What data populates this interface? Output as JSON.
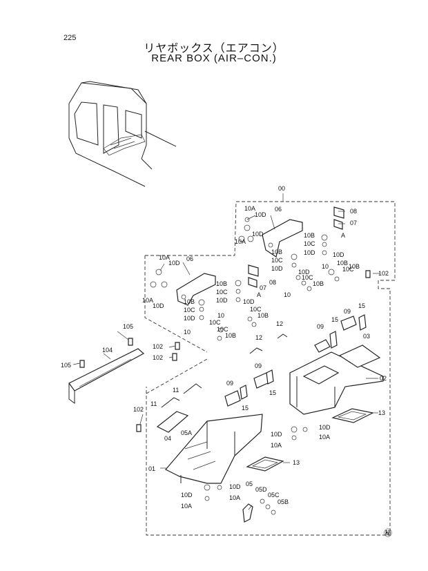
{
  "page_number": "225",
  "title_jp": "リヤボックス（エアコン）",
  "title_en": "REAR BOX (AIR–CON.)",
  "footer_mark": "㊙",
  "callouts": {
    "c00": "00",
    "c08_a": "08",
    "c07_a": "07",
    "cA_a": "A",
    "c06_a": "06",
    "c10A_a": "10A",
    "c10D_a": "10D",
    "c10D_b": "10D",
    "c10A_b": "10A",
    "c10B_a": "10B",
    "c10C_a": "10C",
    "c10D_c": "10D",
    "c10B_b": "10B",
    "c10C_b": "10C",
    "c10D_d": "10D",
    "c10D_e": "10D",
    "c10B_c": "10B",
    "c10C_c": "10C",
    "c10B_d": "10B",
    "c10_a": "10",
    "c08_b": "08",
    "c07_b": "07",
    "cA_b": "A",
    "c102_a": "102",
    "c10A_c": "10A",
    "c10D_f": "10D",
    "c06_b": "06",
    "c10A_d": "10A",
    "c10D_g": "10D",
    "c10B_e": "10B",
    "c10C_d": "10C",
    "c10D_h": "10D",
    "c10B_f": "10B",
    "c10C_e": "10C",
    "c10D_i": "10D",
    "c10D_j": "10D",
    "c10C_f": "10C",
    "c10B_g": "10B",
    "c10_b": "10",
    "c10_c": "10",
    "c105_a": "105",
    "c104": "104",
    "c105_b": "105",
    "c102_b": "102",
    "c102_c": "102",
    "c12_a": "12",
    "c12_b": "12",
    "c09_a": "09",
    "c15_a": "15",
    "c09_b": "09",
    "c15_b": "15",
    "c03": "03",
    "c02": "02",
    "c09_c": "09",
    "c15_c": "15",
    "c09_d": "09",
    "c15_d": "15",
    "c11_a": "11",
    "c11_b": "11",
    "c102_d": "102",
    "c04": "04",
    "c05A": "05A",
    "c13_a": "13",
    "c13_b": "13",
    "c10D_k": "10D",
    "c10D_l": "10D",
    "c10A_e": "10A",
    "c10A_f": "10A",
    "c01": "01",
    "c10D_m": "10D",
    "c10D_n": "10D",
    "c10A_g": "10A",
    "c10A_h": "10A",
    "c05": "05",
    "c05D": "05D",
    "c05C": "05C",
    "c05B": "05B"
  }
}
